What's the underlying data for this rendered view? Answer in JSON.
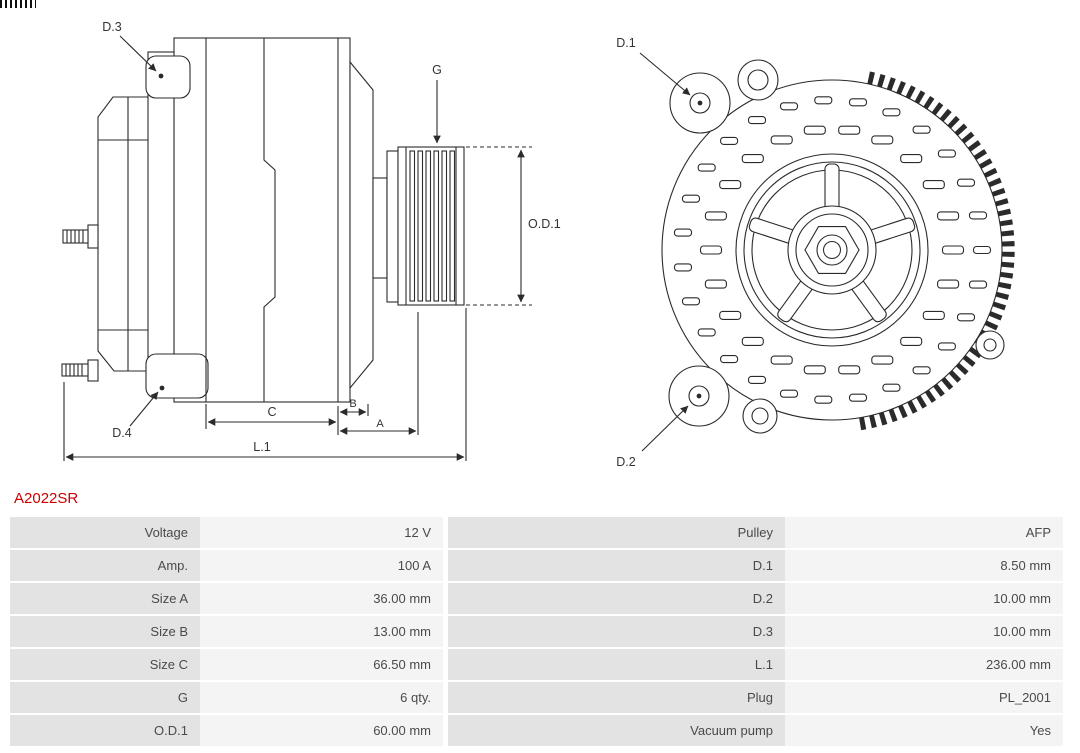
{
  "part_number": "A2022SR",
  "accent_color": "#cc0000",
  "diagram": {
    "labels": {
      "d1": "D.1",
      "d2": "D.2",
      "d3": "D.3",
      "d4": "D.4",
      "g": "G",
      "od1": "O.D.1",
      "a": "A",
      "b": "B",
      "c": "C",
      "l1": "L.1"
    }
  },
  "table": {
    "rows": [
      {
        "left_label": "Voltage",
        "left_value": "12 V",
        "right_label": "Pulley",
        "right_value": "AFP"
      },
      {
        "left_label": "Amp.",
        "left_value": "100 A",
        "right_label": "D.1",
        "right_value": "8.50 mm"
      },
      {
        "left_label": "Size A",
        "left_value": "36.00 mm",
        "right_label": "D.2",
        "right_value": "10.00 mm"
      },
      {
        "left_label": "Size B",
        "left_value": "13.00 mm",
        "right_label": "D.3",
        "right_value": "10.00 mm"
      },
      {
        "left_label": "Size C",
        "left_value": "66.50 mm",
        "right_label": "L.1",
        "right_value": "236.00 mm"
      },
      {
        "left_label": "G",
        "left_value": "6 qty.",
        "right_label": "Plug",
        "right_value": "PL_2001"
      },
      {
        "left_label": "O.D.1",
        "left_value": "60.00 mm",
        "right_label": "Vacuum pump",
        "right_value": "Yes"
      }
    ]
  }
}
